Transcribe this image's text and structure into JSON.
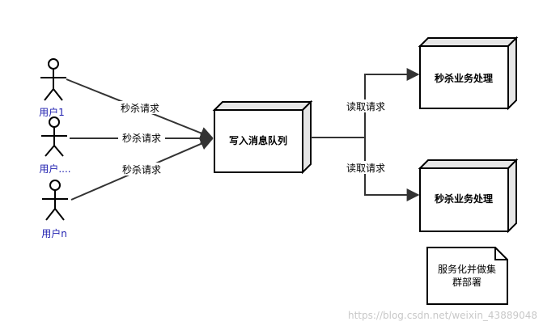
{
  "actors": [
    {
      "label": "用户1"
    },
    {
      "label": "用户...."
    },
    {
      "label": "用户n"
    }
  ],
  "edges_in": [
    {
      "label": "秒杀请求"
    },
    {
      "label": "秒杀请求"
    },
    {
      "label": "秒杀请求"
    }
  ],
  "queue": {
    "label": "写入消息队列"
  },
  "edges_out": [
    {
      "label": "读取请求"
    },
    {
      "label": "读取请求"
    }
  ],
  "processors": [
    {
      "label": "秒杀业务处理"
    },
    {
      "label": "秒杀业务处理"
    }
  ],
  "note": {
    "lines": [
      "服务化并做集",
      "群部署"
    ]
  },
  "watermark": "https://blog.csdn.net/weixin_43889048",
  "colors": {
    "line": "#333333",
    "actor_label": "#2020b0",
    "box_face": "#ffffff",
    "box_side": "#e6e6e6",
    "watermark": "#c8c8c8"
  }
}
